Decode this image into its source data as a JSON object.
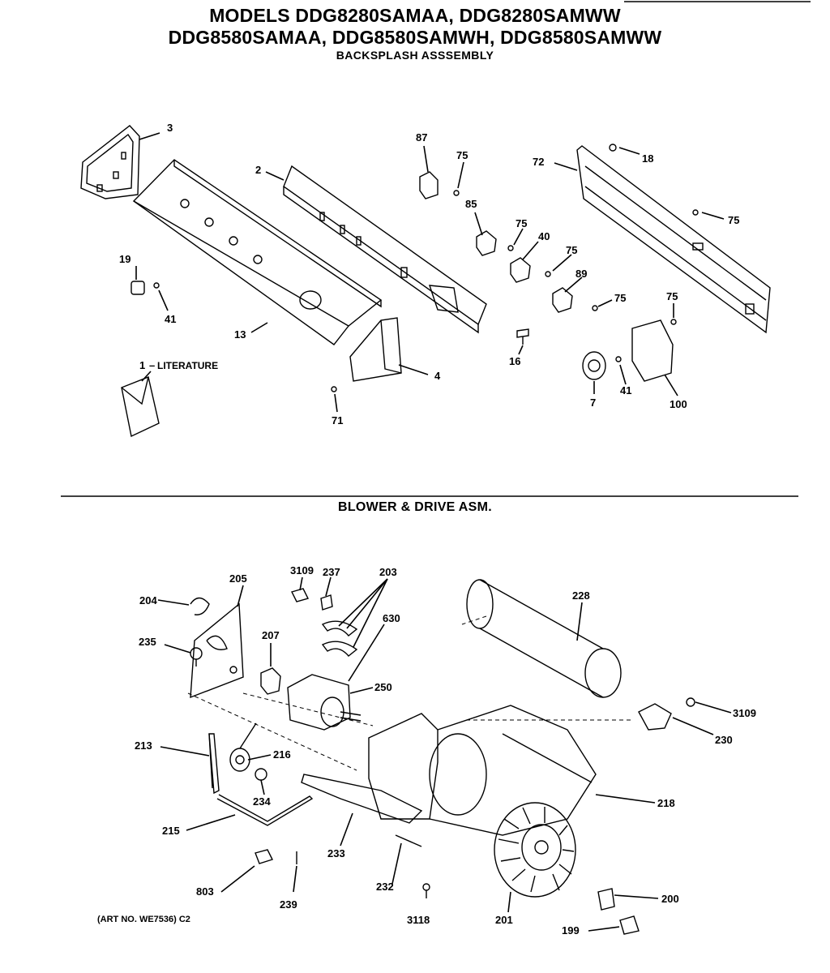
{
  "header": {
    "title_line1": "MODELS DDG8280SAMAA, DDG8280SAMWW",
    "title_line2": "DDG8580SAMAA, DDG8580SAMWH, DDG8580SAMWW",
    "section1_title": "BACKSPLASH ASSSEMBLY",
    "section2_title": "BLOWER & DRIVE ASM."
  },
  "art_number": "(ART NO. WE7536) C2",
  "backsplash_callouts": {
    "c3": "3",
    "c2": "2",
    "c87": "87",
    "c75a": "75",
    "c72": "72",
    "c18": "18",
    "c85": "85",
    "c75b": "75",
    "c40": "40",
    "c75c": "75",
    "c75d": "75",
    "c19": "19",
    "c41a": "41",
    "c13": "13",
    "c89": "89",
    "c75e": "75",
    "c75f": "75",
    "c1": "1",
    "c1_label": "LITERATURE",
    "c16": "16",
    "c4": "4",
    "c7": "7",
    "c41b": "41",
    "c100": "100",
    "c71": "71"
  },
  "blower_callouts": {
    "c3109a": "3109",
    "c237": "237",
    "c203": "203",
    "c205": "205",
    "c204": "204",
    "c228": "228",
    "c630": "630",
    "c235": "235",
    "c207": "207",
    "c250": "250",
    "c3109b": "3109",
    "c230": "230",
    "c213": "213",
    "c216": "216",
    "c218": "218",
    "c234": "234",
    "c215": "215",
    "c233": "233",
    "c803": "803",
    "c232": "232",
    "c239": "239",
    "c200": "200",
    "c3118": "3118",
    "c201": "201",
    "c199": "199"
  }
}
